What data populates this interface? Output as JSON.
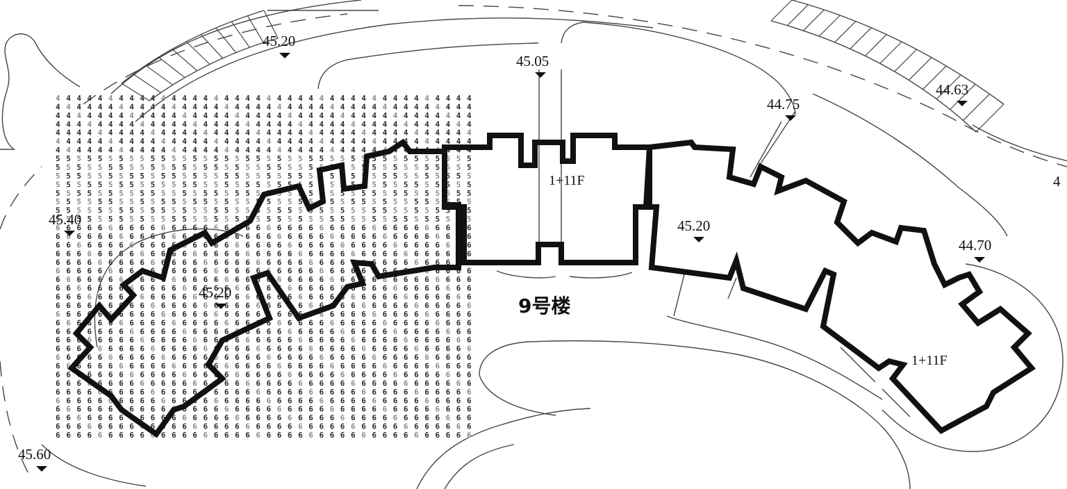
{
  "plan": {
    "building_label": "9号楼",
    "floor_labels": [
      "1+11F",
      "1+11F"
    ],
    "elevation_markers": [
      "45.20",
      "45.05",
      "44.75",
      "44.63",
      "45.40",
      "45.20",
      "45.20",
      "44.70",
      "45.60",
      "4"
    ],
    "shadow_grid": {
      "cols": 40,
      "rows": 40,
      "band_digits": [
        "4",
        "5",
        "6"
      ],
      "band_row_breaks": [
        7,
        15
      ]
    }
  },
  "colors": {
    "ink": "#111111",
    "line": "#444444",
    "grid_dark": "#2a2a2a",
    "grid_light": "#8a8a8a"
  }
}
